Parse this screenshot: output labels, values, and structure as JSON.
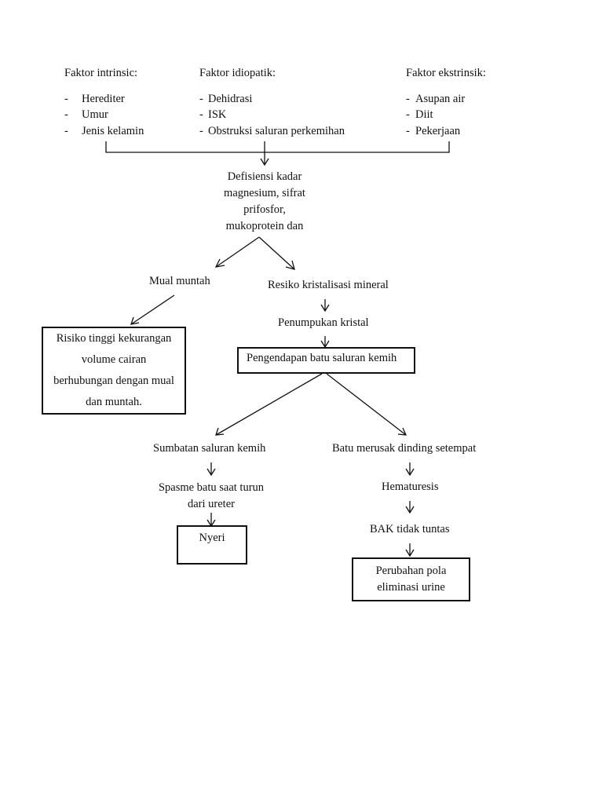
{
  "factors": {
    "intrinsic": {
      "title": "Faktor intrinsic:",
      "items": [
        "Herediter",
        "Umur",
        "Jenis kelamin"
      ]
    },
    "idiopathic": {
      "title": "Faktor idiopatik:",
      "items": [
        "Dehidrasi",
        "ISK",
        "Obstruksi saluran perkemihan"
      ]
    },
    "extrinsic": {
      "title": "Faktor ekstrinsik:",
      "items": [
        "Asupan air",
        "Diit",
        "Pekerjaan"
      ]
    }
  },
  "nodes": {
    "deficiency": [
      "Defisiensi kadar",
      "magnesium, sifrat",
      "prifosfor,",
      "mukoprotein dan"
    ],
    "nausea": "Mual muntah",
    "crystallization": "Resiko kristalisasi mineral",
    "crystal_buildup": "Penumpukan kristal",
    "stone_deposit": "Pengendapan batu saluran kemih",
    "fluid_risk": [
      "Risiko tinggi kekurangan",
      "volume cairan",
      "berhubungan dengan mual",
      "dan muntah."
    ],
    "blockage": "Sumbatan saluran kemih",
    "wall_damage": "Batu merusak dinding setempat",
    "spasm": [
      "Spasme batu saat turun",
      "dari ureter"
    ],
    "hematuria": "Hematuresis",
    "pain": "Nyeri",
    "incomplete_urination": "BAK tidak tuntas",
    "elimination_change": [
      "Perubahan pola",
      "eliminasi urine"
    ]
  }
}
